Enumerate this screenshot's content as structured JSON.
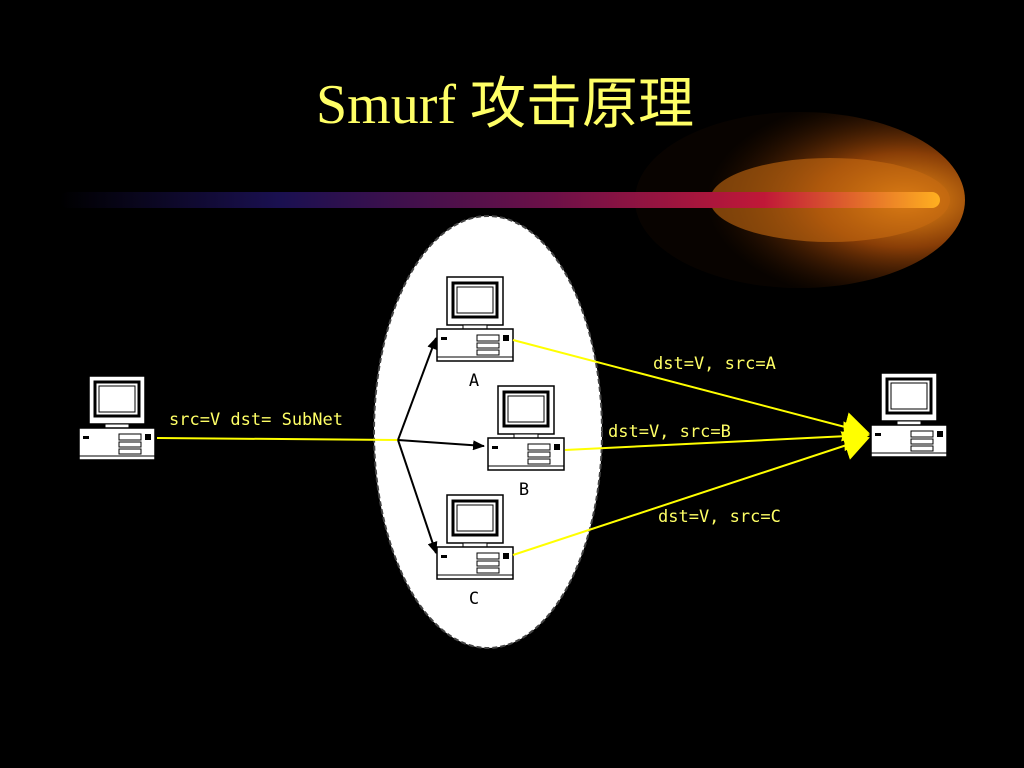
{
  "slide": {
    "title": "Smurf 攻击原理"
  },
  "diagram": {
    "attack_packet_label": "src=V dst= SubNet",
    "hosts": [
      {
        "label": "A",
        "reply_label": "dst=V, src=A"
      },
      {
        "label": "B",
        "reply_label": "dst=V, src=B"
      },
      {
        "label": "C",
        "reply_label": "dst=V, src=C"
      }
    ],
    "colors": {
      "background": "#000000",
      "title": "#FFFF66",
      "packet_text": "#FFFF66",
      "arrow": "#FFFF00",
      "subnet_fill": "#FFFFFF",
      "banner_core": "#FF9900"
    }
  }
}
